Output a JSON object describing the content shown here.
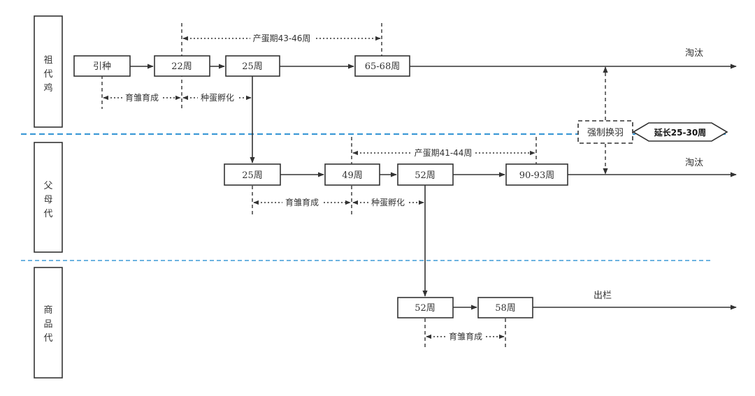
{
  "generations": {
    "grandparent": [
      "祖",
      "代",
      "鸡"
    ],
    "parent": [
      "父",
      "母",
      "代"
    ],
    "commercial": [
      "商",
      "品",
      "代"
    ]
  },
  "grandparent_row": {
    "import": "引种",
    "w22": "22周",
    "w25": "25周",
    "w65": "65-68周",
    "cull": "淘汰",
    "laying_period": "产蛋期43-46周",
    "brooding": "育雏育成",
    "hatching": "种蛋孵化"
  },
  "forced_molt": {
    "label": "强制换羽",
    "extend": "延长25-30周"
  },
  "parent_row": {
    "w25": "25周",
    "w49": "49周",
    "w52": "52周",
    "w90": "90-93周",
    "cull": "淘汰",
    "laying_period": "产蛋期41-44周",
    "brooding": "育雏育成",
    "hatching": "种蛋孵化"
  },
  "commercial_row": {
    "w52": "52周",
    "w58": "58周",
    "market": "出栏",
    "brooding": "育雏育成"
  }
}
